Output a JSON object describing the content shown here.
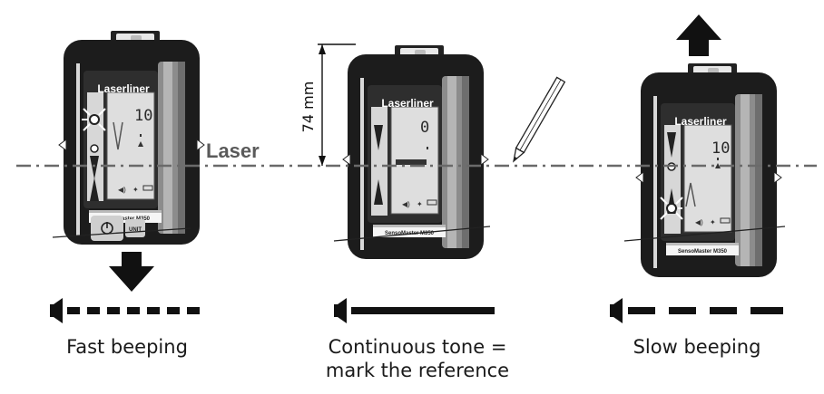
{
  "laser_label": "Laser",
  "dimension_label": "74 mm",
  "device": {
    "brand": "Laserliner",
    "model": "SensoMaster M350",
    "unit_button": "UNIT"
  },
  "panels": [
    {
      "id": "left",
      "reading": "10",
      "caption": "Fast beeping",
      "move": "down",
      "tone": "fast"
    },
    {
      "id": "middle",
      "reading": "0",
      "caption": "Continuous tone = mark the reference",
      "caption_lines": [
        "Continuous tone =",
        "mark the reference"
      ],
      "move": "none",
      "tone": "continuous"
    },
    {
      "id": "right",
      "reading": "10",
      "caption": "Slow beeping",
      "move": "up",
      "tone": "slow"
    }
  ],
  "icons": [
    "device-icon",
    "speaker-icon",
    "pencil-icon",
    "arrow-down-icon",
    "arrow-up-icon",
    "power-icon",
    "laser-spot-icon",
    "battery-icon",
    "antenna-icon",
    "bubble-level-icon"
  ]
}
